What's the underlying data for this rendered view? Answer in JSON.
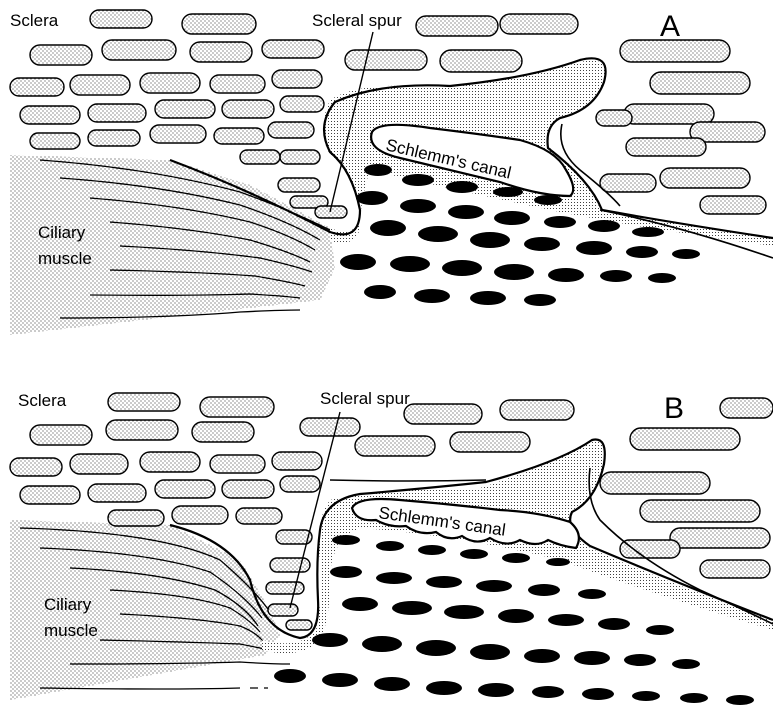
{
  "panels": [
    {
      "letter": "A",
      "sclera": "Sclera",
      "scleral_spur": "Scleral spur",
      "schlemms_canal": "Schlemm's canal",
      "ciliary_line1": "Ciliary",
      "ciliary_line2": "muscle"
    },
    {
      "letter": "B",
      "sclera": "Sclera",
      "scleral_spur": "Scleral spur",
      "schlemms_canal": "Schlemm's canal",
      "ciliary_line1": "Ciliary",
      "ciliary_line2": "muscle"
    }
  ]
}
